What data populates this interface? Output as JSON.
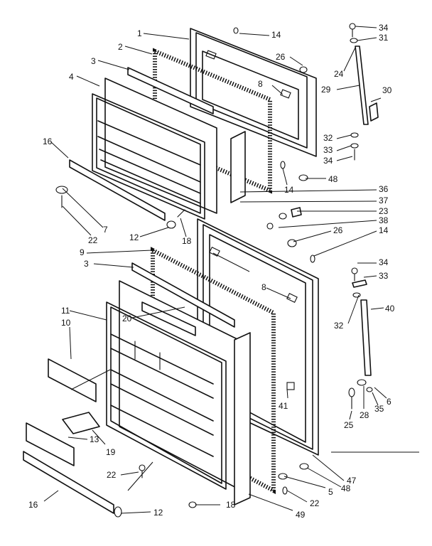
{
  "labels": [
    {
      "text": "1"
    },
    {
      "text": "2"
    },
    {
      "text": "3"
    },
    {
      "text": "4"
    },
    {
      "text": "16"
    },
    {
      "text": "7"
    },
    {
      "text": "22"
    },
    {
      "text": "12"
    },
    {
      "text": "18"
    },
    {
      "text": "14"
    },
    {
      "text": "26"
    },
    {
      "text": "8"
    },
    {
      "text": "14"
    },
    {
      "text": "48"
    },
    {
      "text": "36"
    },
    {
      "text": "37"
    },
    {
      "text": "23"
    },
    {
      "text": "38"
    },
    {
      "text": "26"
    },
    {
      "text": "14"
    },
    {
      "text": "34"
    },
    {
      "text": "31"
    },
    {
      "text": "24"
    },
    {
      "text": "29"
    },
    {
      "text": "30"
    },
    {
      "text": "32"
    },
    {
      "text": "33"
    },
    {
      "text": "34"
    },
    {
      "text": "9"
    },
    {
      "text": "3"
    },
    {
      "text": "8"
    },
    {
      "text": "34"
    },
    {
      "text": "33"
    },
    {
      "text": "32"
    },
    {
      "text": "40"
    },
    {
      "text": "11"
    },
    {
      "text": "10"
    },
    {
      "text": "20"
    },
    {
      "text": "41"
    },
    {
      "text": "6"
    },
    {
      "text": "28"
    },
    {
      "text": "35"
    },
    {
      "text": "25"
    },
    {
      "text": "19"
    },
    {
      "text": "13"
    },
    {
      "text": "22"
    },
    {
      "text": "16"
    },
    {
      "text": "12"
    },
    {
      "text": "18"
    },
    {
      "text": "49"
    },
    {
      "text": "22"
    },
    {
      "text": "5"
    },
    {
      "text": "48"
    },
    {
      "text": "47"
    }
  ]
}
